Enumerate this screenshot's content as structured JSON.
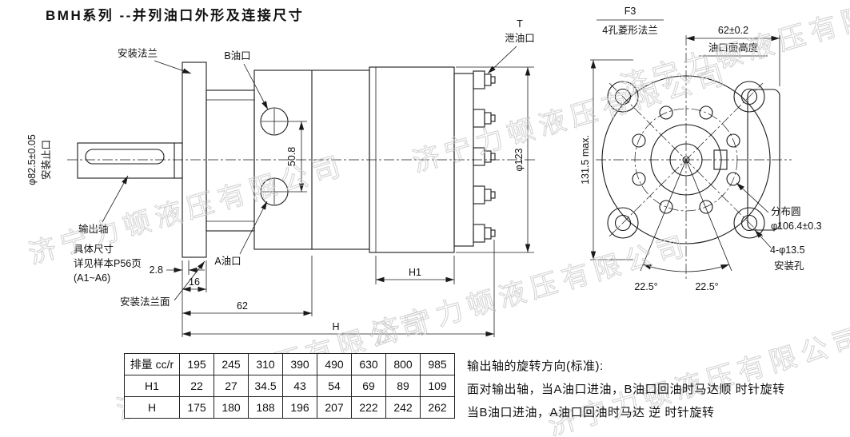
{
  "title": "BMH系列 --并列油口外形及连接尺寸",
  "watermark": "济宁力顿液压有限公司",
  "flange_label": {
    "code": "F3",
    "name": "4孔菱形法兰"
  },
  "side_view": {
    "mount_flange": "安装法兰",
    "b_port": "B油口",
    "a_port": "A油口",
    "t_code": "T",
    "drain_port": "泄油口",
    "spigot_dia": "φ82.5±0.05",
    "spigot_name": "安装止口",
    "output_shaft": "输出轴",
    "detail_note1": "具体尺寸",
    "detail_note2": "详见样本P56页",
    "detail_note3": "(A1~A6)",
    "flange_face": "安装法兰面",
    "dim_port_span": "50.8",
    "dim_offset": "2.8",
    "dim_flange_thickness": "16",
    "dim_port_center": "62",
    "dim_total": "H",
    "dim_body": "H1",
    "dim_body_dia": "φ123"
  },
  "end_view": {
    "dim_port_face": "62±0.2",
    "port_face_label": "油口面高度",
    "dim_height": "131.5 max.",
    "bolt_circle_label1": "分布圆",
    "bolt_circle_label2": "φ106.4±0.3",
    "mount_holes": "4-φ13.5",
    "mount_holes_label": "安装孔",
    "angle_left": "22.5°",
    "angle_right": "22.5°"
  },
  "table": {
    "rows": [
      [
        "排量 cc/r",
        "195",
        "245",
        "310",
        "390",
        "490",
        "630",
        "800",
        "985"
      ],
      [
        "H1",
        "22",
        "27",
        "34.5",
        "43",
        "54",
        "69",
        "89",
        "109"
      ],
      [
        "H",
        "175",
        "180",
        "188",
        "196",
        "207",
        "222",
        "242",
        "262"
      ]
    ]
  },
  "notes": {
    "line1": "输出轴的旋转方向(标准):",
    "line2": "面对输出轴，当A油口进油，B油口回油时马达顺 时针旋转",
    "line3": "当B油口进油，A油口回油时马达 逆 时针旋转"
  }
}
